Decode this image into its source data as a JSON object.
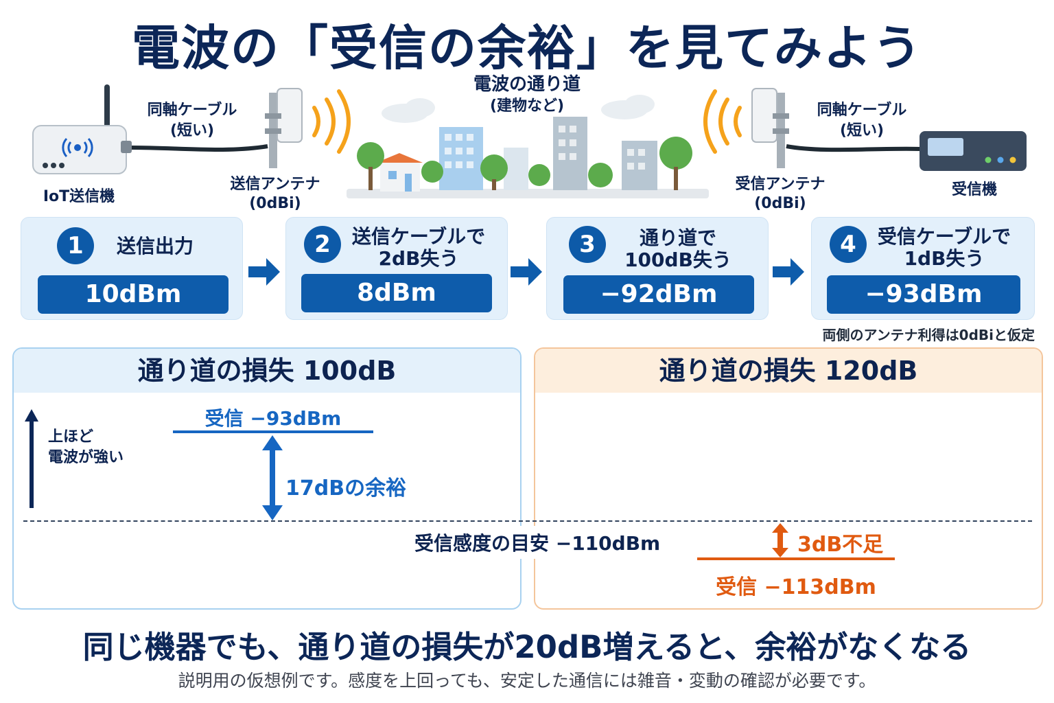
{
  "title": "電波の「受信の余裕」を見てみよう",
  "illustration": {
    "transmitter_label": "IoT送信機",
    "tx_cable_label": "同軸ケーブル",
    "tx_cable_sub": "(短い)",
    "tx_antenna_label": "送信アンテナ",
    "tx_antenna_sub": "(0dBi)",
    "path_label": "電波の通り道",
    "path_sub": "(建物など)",
    "rx_cable_label": "同軸ケーブル",
    "rx_cable_sub": "(短い)",
    "rx_antenna_label": "受信アンテナ",
    "rx_antenna_sub": "(0dBi)",
    "receiver_label": "受信機"
  },
  "steps": [
    {
      "number": "1",
      "title_line1": "送信出力",
      "title_line2": "",
      "value": "10dBm"
    },
    {
      "number": "2",
      "title_line1": "送信ケーブルで",
      "title_line2": "2dB失う",
      "value": "8dBm"
    },
    {
      "number": "3",
      "title_line1": "通り道で",
      "title_line2": "100dB失う",
      "value": "−92dBm"
    },
    {
      "number": "4",
      "title_line1": "受信ケーブルで",
      "title_line2": "1dB失う",
      "value": "−93dBm"
    }
  ],
  "antenna_note": "両側のアンテナ利得は0dBiと仮定",
  "panel_left": {
    "title": "通り道の損失 100dB",
    "received": "受信 −93dBm",
    "axis_line1": "上ほど",
    "axis_line2": "電波が強い",
    "margin": "17dBの余裕"
  },
  "panel_right": {
    "title": "通り道の損失 120dB",
    "shortfall": "3dB不足",
    "received": "受信 −113dBm"
  },
  "sensitivity": "受信感度の目安 −110dBm",
  "conclusion": "同じ機器でも、通り道の損失が20dB増えると、余裕がなくなる",
  "footnote": "説明用の仮想例です。感度を上回っても、安定した通信には雑音・変動の確認が必要です。",
  "colors": {
    "navy": "#0c2657",
    "blue": "#0e5cab",
    "accent_blue": "#1666c2",
    "orange": "#e05a10",
    "wave": "#f5a21b"
  }
}
